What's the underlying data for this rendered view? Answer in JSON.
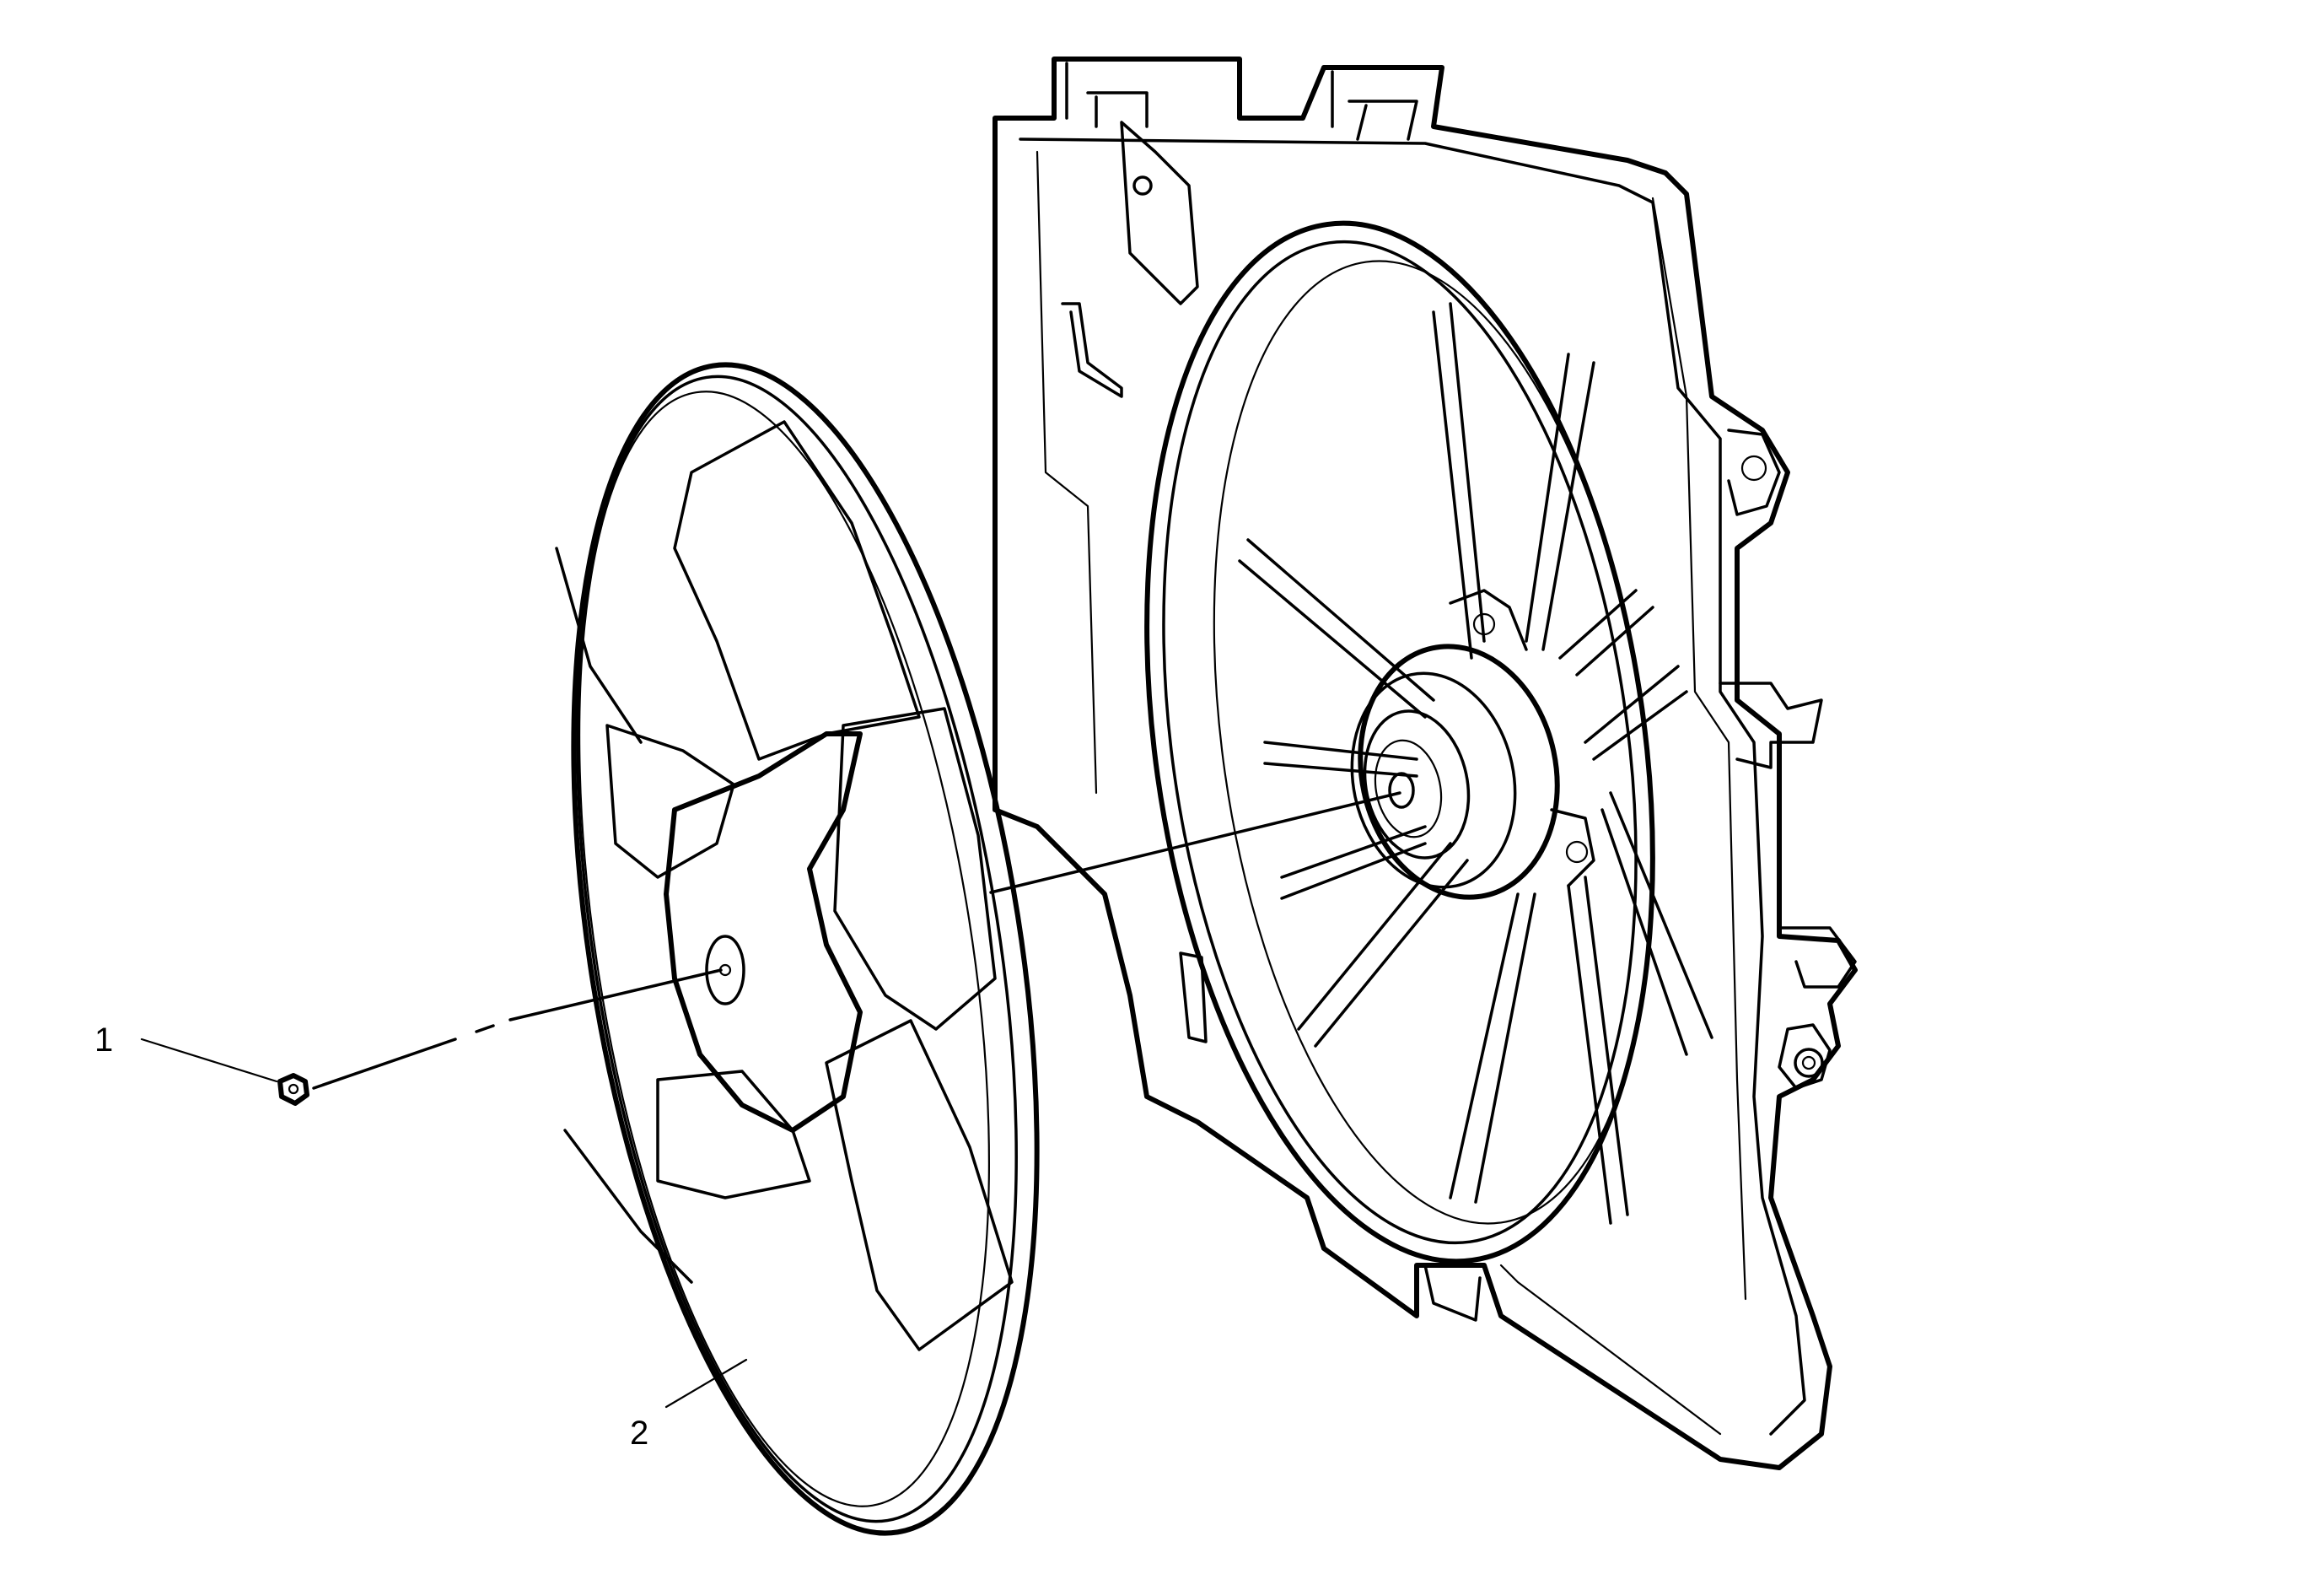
{
  "callouts": [
    {
      "label": "1",
      "part": "nut"
    },
    {
      "label": "2",
      "part": "fan-blade"
    }
  ],
  "colors": {
    "ink": "#000000",
    "background": "#ffffff"
  }
}
